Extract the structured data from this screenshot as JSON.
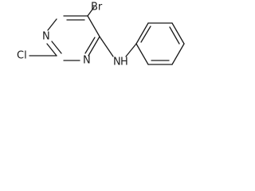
{
  "molecule": {
    "atoms": {
      "bromine": "Br",
      "chlorine": "Cl",
      "ring_n_upper": "N",
      "ring_n_lower": "N",
      "amine_n": "N",
      "amine_h": "H"
    }
  },
  "colors": {
    "ink": "#1a1a1a",
    "background": "#ffffff"
  }
}
